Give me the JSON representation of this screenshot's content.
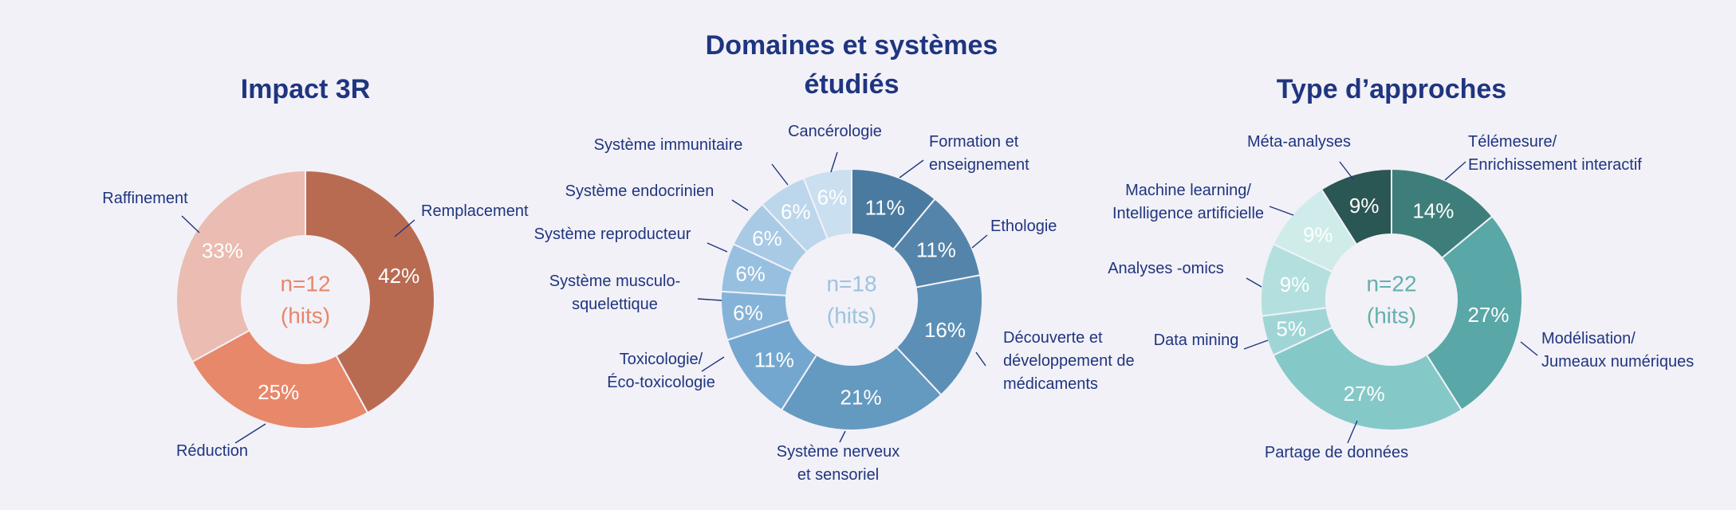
{
  "chart_data": [
    {
      "type": "pie",
      "title": [
        "Impact 3R"
      ],
      "center_text": [
        "n=12",
        "(hits)"
      ],
      "center_color": "#e8866a",
      "slices": [
        {
          "label": [
            "Remplacement"
          ],
          "value": 42,
          "pct_label": "42%",
          "color": "#b96b52"
        },
        {
          "label": [
            "Réduction"
          ],
          "value": 25,
          "pct_label": "25%",
          "color": "#e7886a"
        },
        {
          "label": [
            "Raffinement"
          ],
          "value": 33,
          "pct_label": "33%",
          "color": "#ebbcb1"
        }
      ]
    },
    {
      "type": "pie",
      "title": [
        "Domaines et systèmes",
        "étudiés"
      ],
      "center_text": [
        "n=18",
        "(hits)"
      ],
      "center_color": "#9cc3e0",
      "slices": [
        {
          "label": [
            "Formation et",
            "enseignement"
          ],
          "value": 11,
          "pct_label": "11%",
          "color": "#4a7a9f"
        },
        {
          "label": [
            "Ethologie"
          ],
          "value": 11,
          "pct_label": "11%",
          "color": "#5484aa"
        },
        {
          "label": [
            "Découverte et",
            "développement de",
            "médicaments"
          ],
          "value": 16,
          "pct_label": "16%",
          "color": "#5c8fb5"
        },
        {
          "label": [
            "Système nerveux",
            "et sensoriel"
          ],
          "value": 21,
          "pct_label": "21%",
          "color": "#6499c0"
        },
        {
          "label": [
            "Toxicologie/",
            "Éco-toxicologie"
          ],
          "value": 11,
          "pct_label": "11%",
          "color": "#74a7cf"
        },
        {
          "label": [
            "Système musculo-",
            "squelettique"
          ],
          "value": 6,
          "pct_label": "6%",
          "color": "#85b3d8"
        },
        {
          "label": [
            "Système reproducteur"
          ],
          "value": 6,
          "pct_label": "6%",
          "color": "#97bfdf"
        },
        {
          "label": [
            "Système endocrinien"
          ],
          "value": 6,
          "pct_label": "6%",
          "color": "#a9cae5"
        },
        {
          "label": [
            "Système immunitaire"
          ],
          "value": 6,
          "pct_label": "6%",
          "color": "#bcd6ec"
        },
        {
          "label": [
            "Cancérologie"
          ],
          "value": 6,
          "pct_label": "6%",
          "color": "#cadff0"
        }
      ]
    },
    {
      "type": "pie",
      "title": [
        "Type d’approches"
      ],
      "center_text": [
        "n=22",
        "(hits)"
      ],
      "center_color": "#62b0ae",
      "slices": [
        {
          "label": [
            "Télémesure/",
            "Enrichissement interactif"
          ],
          "value": 14,
          "pct_label": "14%",
          "color": "#3e7e7a"
        },
        {
          "label": [
            "Modélisation/",
            "Jumeaux numériques"
          ],
          "value": 27,
          "pct_label": "27%",
          "color": "#59a7a7"
        },
        {
          "label": [
            "Partage de données"
          ],
          "value": 27,
          "pct_label": "27%",
          "color": "#85c8c8"
        },
        {
          "label": [
            "Data mining"
          ],
          "value": 5,
          "pct_label": "5%",
          "color": "#9fd6d5"
        },
        {
          "label": [
            "Analyses -omics"
          ],
          "value": 9,
          "pct_label": "9%",
          "color": "#b3e0df"
        },
        {
          "label": [
            "Machine learning/",
            "Intelligence artificielle"
          ],
          "value": 9,
          "pct_label": "9%",
          "color": "#cfecea"
        },
        {
          "label": [
            "Méta-analyses"
          ],
          "value": 9,
          "pct_label": "9%",
          "color": "#2a5654"
        }
      ]
    }
  ]
}
